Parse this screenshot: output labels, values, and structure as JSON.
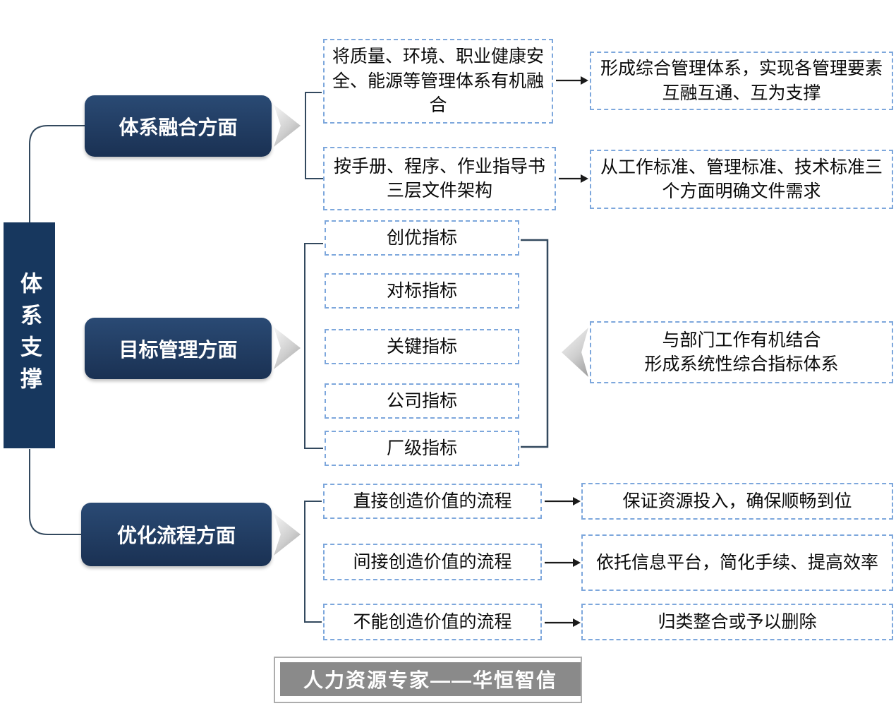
{
  "colors": {
    "navy": "#17375e",
    "header_blue": "#1f3b66",
    "dashed_border": "#7da7dc",
    "bracket": "#33495e",
    "arrow_black": "#1a1a1a",
    "chevron_gray": "#c2c2c2",
    "footer_gray": "#8a8a8a"
  },
  "root": {
    "label": "体系支撑"
  },
  "sections": {
    "integration": {
      "header": "体系融合方面",
      "item1": "将质量、环境、职业健康安全、能源等管理体系有机融合",
      "result1": "形成综合管理体系，实现各管理要素互融互通、互为支撑",
      "item2": "按手册、程序、作业指导书三层文件架构",
      "result2": "从工作标准、管理标准、技术标准三个方面明确文件需求"
    },
    "target": {
      "header": "目标管理方面",
      "indicators": [
        "创优指标",
        "对标指标",
        "关键指标",
        "公司指标",
        "厂级指标"
      ],
      "summary_line1": "与部门工作有机结合",
      "summary_line2": "形成系统性综合指标体系"
    },
    "process": {
      "header": "优化流程方面",
      "item1": "直接创造价值的流程",
      "result1": "保证资源投入，确保顺畅到位",
      "item2": "间接创造价值的流程",
      "result2": "依托信息平台，简化手续、提高效率",
      "item3": "不能创造价值的流程",
      "result3": "归类整合或予以删除"
    }
  },
  "footer": {
    "label": "人力资源专家——华恒智信"
  }
}
